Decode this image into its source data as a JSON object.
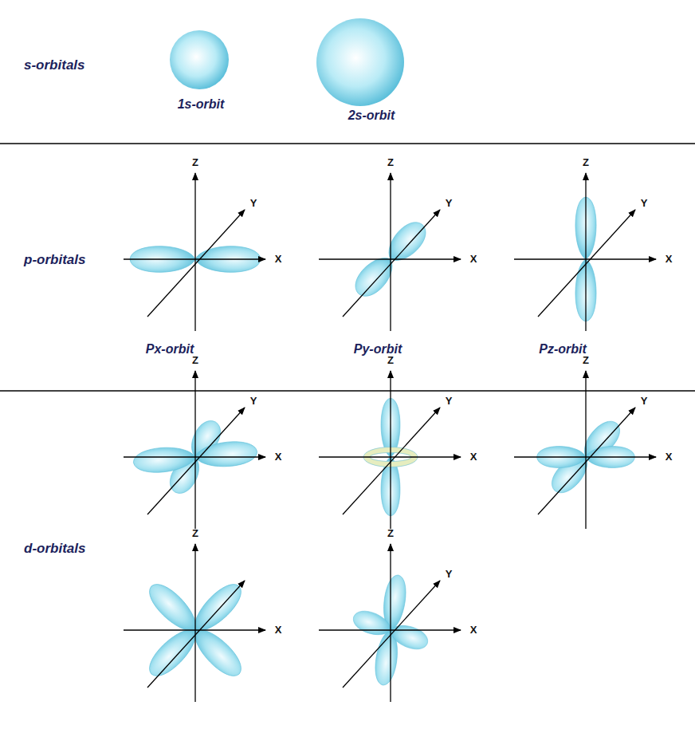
{
  "diagram": {
    "labels": [
      "s-orbitals",
      "1s-orbit",
      "2s-orbit",
      "p-orbitals",
      "Z",
      "Y",
      "X",
      "Z",
      "Y",
      "X",
      "Z",
      "Y",
      "X",
      "Px-orbit",
      "Py-orbit",
      "Pz-orbit",
      "d-orbitals",
      "Z",
      "Y",
      "X",
      "Z",
      "Y",
      "X",
      "Z",
      "Y",
      "X",
      "Z",
      "X",
      "Z",
      "Y",
      "X"
    ]
  }
}
